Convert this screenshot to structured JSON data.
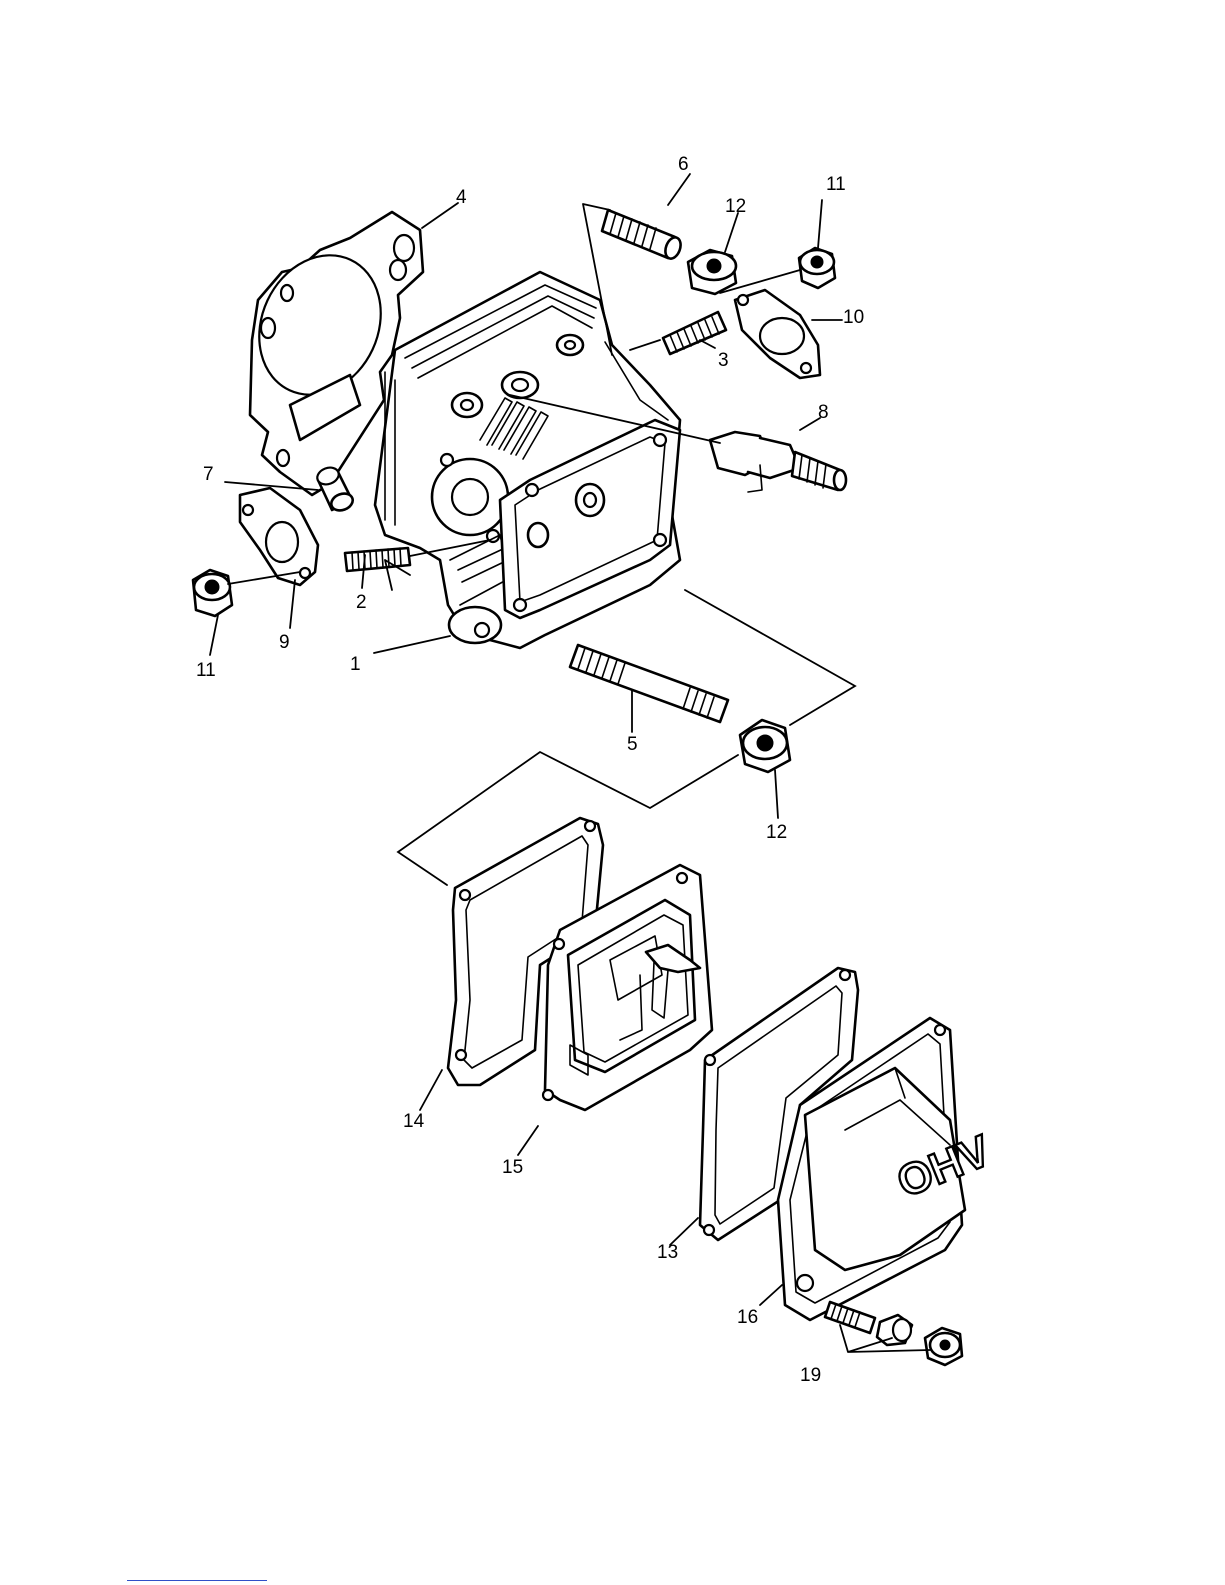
{
  "callouts": [
    {
      "id": "1",
      "label": "1"
    },
    {
      "id": "2",
      "label": "2"
    },
    {
      "id": "3",
      "label": "3"
    },
    {
      "id": "4",
      "label": "4"
    },
    {
      "id": "5",
      "label": "5"
    },
    {
      "id": "6",
      "label": "6"
    },
    {
      "id": "7",
      "label": "7"
    },
    {
      "id": "8",
      "label": "8"
    },
    {
      "id": "9",
      "label": "9"
    },
    {
      "id": "10",
      "label": "10"
    },
    {
      "id": "11a",
      "label": "11"
    },
    {
      "id": "11b",
      "label": "11"
    },
    {
      "id": "12a",
      "label": "12"
    },
    {
      "id": "12b",
      "label": "12"
    },
    {
      "id": "13",
      "label": "13"
    },
    {
      "id": "14",
      "label": "14"
    },
    {
      "id": "15",
      "label": "15"
    },
    {
      "id": "16",
      "label": "16"
    },
    {
      "id": "19",
      "label": "19"
    }
  ],
  "cover_logo": "OHV",
  "colors": {
    "line": "#000000",
    "background": "#ffffff",
    "rule": "#3050c8"
  }
}
